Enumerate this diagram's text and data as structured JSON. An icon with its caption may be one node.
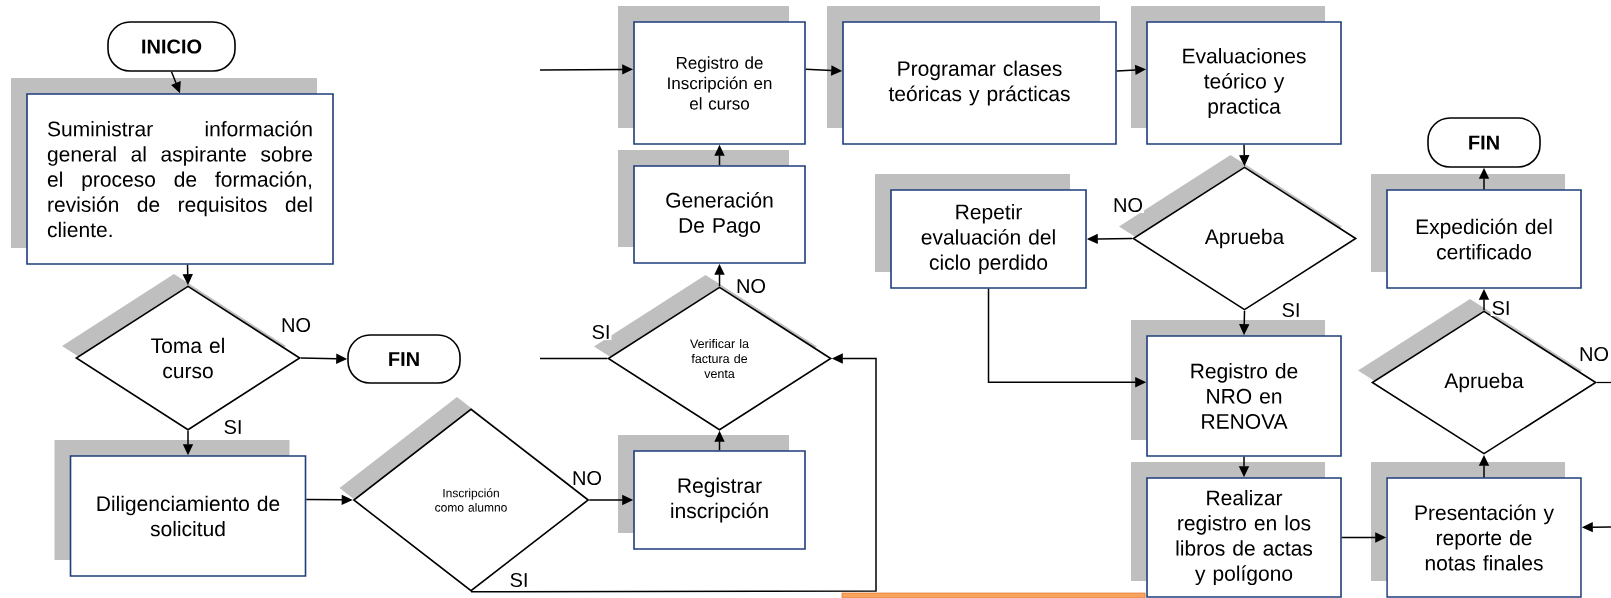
{
  "diagram": {
    "nodes": [
      {
        "text": [
          "INICIO"
        ]
      },
      {
        "text": [
          "Suministrar información general al aspirante sobre el proceso de formación, revisión de requisitos del cliente."
        ]
      },
      {
        "text": [
          "Toma el curso"
        ]
      },
      {
        "text": [
          "FIN"
        ]
      },
      {
        "text": [
          "Diligenciamiento de solicitud"
        ]
      },
      {
        "text": [
          "Inscripción como alumno"
        ]
      },
      {
        "text": [
          "Registrar inscripción"
        ]
      },
      {
        "text": [
          "Verificar la factura de venta"
        ]
      },
      {
        "text": [
          "Generación De Pago"
        ]
      },
      {
        "text": [
          "Registro de Inscripción en el curso"
        ]
      },
      {
        "text": [
          "Programar clases teóricas y prácticas"
        ]
      },
      {
        "text": [
          "Evaluaciones teórico y practica"
        ]
      },
      {
        "text": [
          "Aprueba"
        ]
      },
      {
        "text": [
          "Repetir evaluación del ciclo perdido"
        ]
      },
      {
        "text": [
          "Registro de NRO en RENOVA"
        ]
      },
      {
        "text": [
          "Realizar registro en los libros de actas y polígono"
        ]
      },
      {
        "text": [
          "Presentación y reporte de notas finales"
        ]
      },
      {
        "text": [
          "Aprueba"
        ]
      },
      {
        "text": [
          "Expedición del certificado"
        ]
      },
      {
        "text": [
          "FIN"
        ]
      },
      {
        "text": [],
        "shape": "bar"
      }
    ],
    "edges": [
      {
        "from": 0,
        "to": 1,
        "arrow": "to"
      },
      {
        "from": 1,
        "to": 2,
        "arrow": "to"
      },
      {
        "from": 2,
        "to": 3,
        "arrow": "to",
        "label": "NO"
      },
      {
        "from": 2,
        "to": 4,
        "arrow": "to",
        "label": "SI"
      },
      {
        "from": 4,
        "to": 5,
        "arrow": "to"
      },
      {
        "from": 5,
        "to": 6,
        "arrow": "to",
        "label": "NO"
      },
      {
        "from": 5,
        "to": 7,
        "arrow": "to",
        "label": "SI"
      },
      {
        "from": 6,
        "to": 7,
        "arrow": "to"
      },
      {
        "from": 7,
        "to": 8,
        "arrow": "to",
        "label": "NO"
      },
      {
        "from": 7,
        "to": null,
        "arrow": "none",
        "label": "SI"
      },
      {
        "from": null,
        "to": 9,
        "arrow": "to"
      },
      {
        "from": 9,
        "to": 10,
        "arrow": "to"
      },
      {
        "from": 8,
        "to": 9,
        "arrow": "to"
      },
      {
        "from": 10,
        "to": 11,
        "arrow": "to"
      },
      {
        "from": 11,
        "to": 12,
        "arrow": "to"
      },
      {
        "from": 12,
        "to": 13,
        "arrow": "to",
        "label": "NO"
      },
      {
        "from": 12,
        "to": 14,
        "arrow": "to",
        "label": "SI"
      },
      {
        "from": 13,
        "to": 14,
        "arrow": "to"
      },
      {
        "from": 14,
        "to": 15,
        "arrow": "to"
      },
      {
        "from": 15,
        "to": 16,
        "arrow": "to"
      },
      {
        "from": 16,
        "to": 17,
        "arrow": "to"
      },
      {
        "from": 17,
        "to": 18,
        "arrow": "to",
        "label": "SI"
      },
      {
        "from": 18,
        "to": 19,
        "arrow": "to"
      },
      {
        "from": 17,
        "to": null,
        "arrow": "none",
        "label": "NO"
      },
      {
        "from": null,
        "to": 16,
        "arrow": "to"
      }
    ]
  }
}
